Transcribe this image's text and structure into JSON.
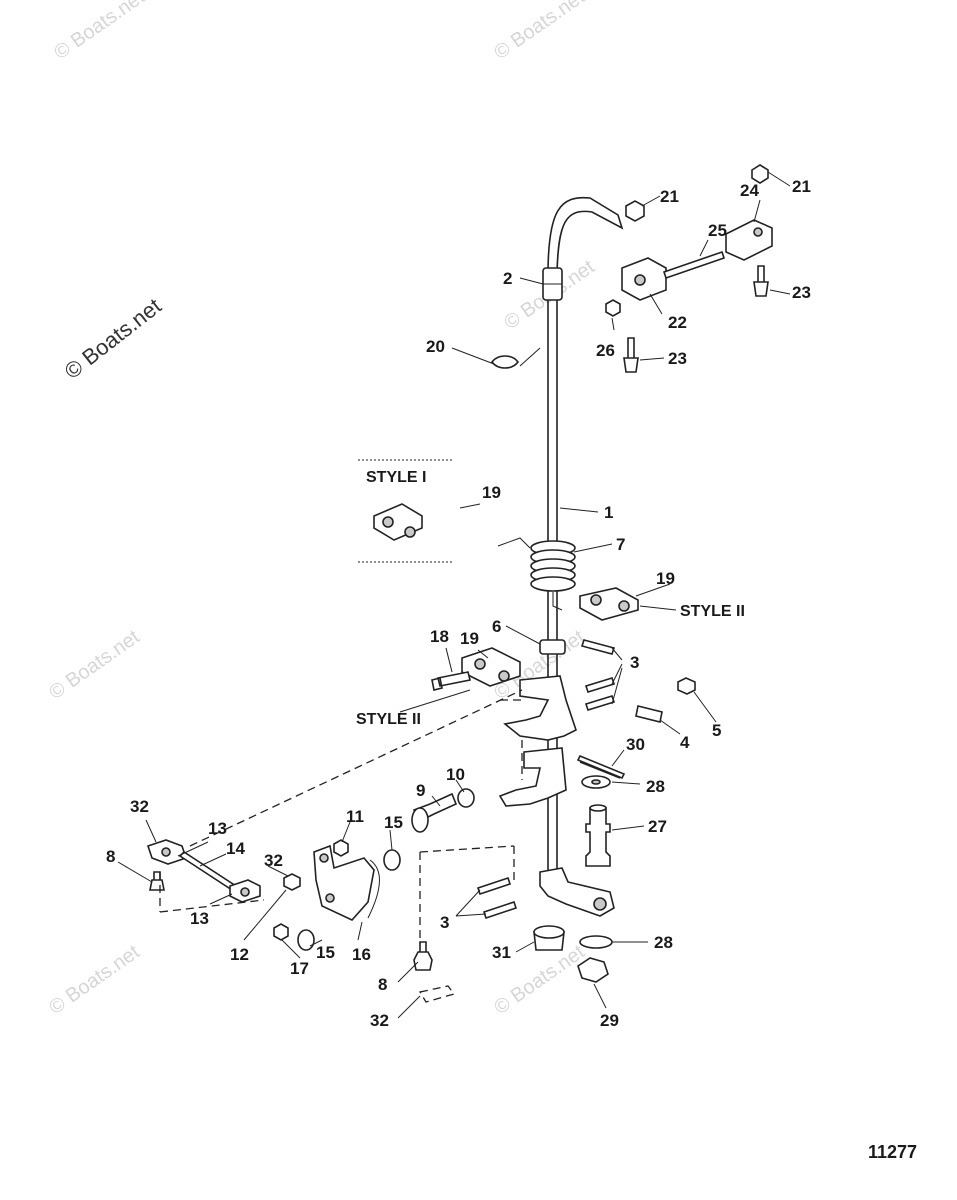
{
  "watermarks": {
    "main": "© Boats.net",
    "tile": "© Boats.net"
  },
  "figure_number": "11277",
  "style_labels": {
    "style_1": "STYLE I",
    "style_2_upper": "STYLE II",
    "style_2_lower": "STYLE II"
  },
  "callouts": [
    {
      "id": "c1",
      "text": "1"
    },
    {
      "id": "c2",
      "text": "2"
    },
    {
      "id": "c3a",
      "text": "3"
    },
    {
      "id": "c3b",
      "text": "3"
    },
    {
      "id": "c4",
      "text": "4"
    },
    {
      "id": "c5",
      "text": "5"
    },
    {
      "id": "c6",
      "text": "6"
    },
    {
      "id": "c7",
      "text": "7"
    },
    {
      "id": "c8a",
      "text": "8"
    },
    {
      "id": "c8b",
      "text": "8"
    },
    {
      "id": "c9",
      "text": "9"
    },
    {
      "id": "c10",
      "text": "10"
    },
    {
      "id": "c11",
      "text": "11"
    },
    {
      "id": "c12",
      "text": "12"
    },
    {
      "id": "c13a",
      "text": "13"
    },
    {
      "id": "c13b",
      "text": "13"
    },
    {
      "id": "c14",
      "text": "14"
    },
    {
      "id": "c15a",
      "text": "15"
    },
    {
      "id": "c15b",
      "text": "15"
    },
    {
      "id": "c16",
      "text": "16"
    },
    {
      "id": "c17",
      "text": "17"
    },
    {
      "id": "c18",
      "text": "18"
    },
    {
      "id": "c19a",
      "text": "19"
    },
    {
      "id": "c19b",
      "text": "19"
    },
    {
      "id": "c19c",
      "text": "19"
    },
    {
      "id": "c20",
      "text": "20"
    },
    {
      "id": "c21a",
      "text": "21"
    },
    {
      "id": "c21b",
      "text": "21"
    },
    {
      "id": "c22",
      "text": "22"
    },
    {
      "id": "c23a",
      "text": "23"
    },
    {
      "id": "c23b",
      "text": "23"
    },
    {
      "id": "c24",
      "text": "24"
    },
    {
      "id": "c25",
      "text": "25"
    },
    {
      "id": "c26",
      "text": "26"
    },
    {
      "id": "c27",
      "text": "27"
    },
    {
      "id": "c28a",
      "text": "28"
    },
    {
      "id": "c28b",
      "text": "28"
    },
    {
      "id": "c29",
      "text": "29"
    },
    {
      "id": "c30",
      "text": "30"
    },
    {
      "id": "c31",
      "text": "31"
    },
    {
      "id": "c32a",
      "text": "32"
    },
    {
      "id": "c32b",
      "text": "32"
    },
    {
      "id": "c32c",
      "text": "32"
    }
  ]
}
